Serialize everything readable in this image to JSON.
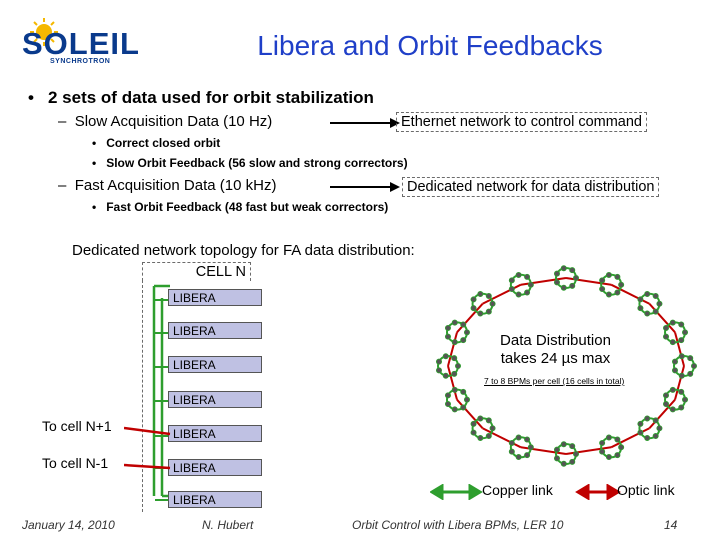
{
  "logo": {
    "name": "SOLEIL",
    "sub": "SYNCHROTRON"
  },
  "title": "Libera and Orbit Feedbacks",
  "bullets": {
    "main": "2 sets of data used for orbit stabilization",
    "slow": {
      "label": "Slow Acquisition Data (10 Hz)",
      "network": "Ethernet network to control command",
      "items": [
        "Correct closed orbit",
        "Slow Orbit Feedback (56 slow and strong correctors)"
      ]
    },
    "fast": {
      "label": "Fast Acquisition Data (10 kHz)",
      "network": "Dedicated network for data distribution",
      "items": [
        "Fast Orbit Feedback (48 fast but weak correctors)"
      ]
    }
  },
  "topology": {
    "heading": "Dedicated network topology for FA data distribution:",
    "cell": "CELL N",
    "libera_label": "LIBERA",
    "to_next": "To cell N+1",
    "to_prev": "To cell N-1",
    "distribution": "Data Distribution takes 24 µs max",
    "bpm_note": "7 to 8 BPMs per cell (16 cells in total)",
    "copper": "Copper link",
    "optic": "Optic link"
  },
  "colors": {
    "title": "#1f3fc8",
    "copper": "#2e9e2e",
    "optic": "#c00000",
    "libera": "#bfc1e3"
  },
  "footer": {
    "date": "January 14, 2010",
    "author": "N. Hubert",
    "talk": "Orbit Control with Libera BPMs, LER 10",
    "page": "14"
  }
}
